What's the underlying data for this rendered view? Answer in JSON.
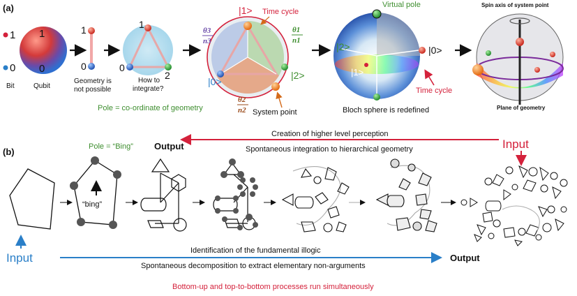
{
  "panel_a": {
    "label": "(a)",
    "bit_one": "1",
    "bit_zero": "0",
    "qubit_one": "1",
    "qubit_zero": "0",
    "bit_caption": "Bit",
    "qubit_caption": "Qubit",
    "line_one": "1",
    "line_zero": "0",
    "line_caption_1": "Geometry is",
    "line_caption_2": "not possible",
    "tri_one": "1",
    "tri_zero": "0",
    "tri_two": "2",
    "tri_caption_1": "How to",
    "tri_caption_2": "integrate?",
    "pole_caption": "Pole = co-ordinate of geometry",
    "ket1": "|1>",
    "ket0": "|0>",
    "ket2": "|2>",
    "time_cycle": "Time cycle",
    "theta1": "θ1",
    "n1": "n1",
    "theta2": "θ2",
    "n2": "n2",
    "theta3": "θ3",
    "n3": "n3",
    "system_point": "System point",
    "virtual_pole": "Virtual pole",
    "bloch_ket2": "|2>",
    "bloch_ket0": "|0>",
    "bloch_ket1": "|1>",
    "bloch_time_cycle": "Time cycle",
    "bloch_caption": "Bloch sphere is redefined",
    "spin_axis": "Spin axis of system point",
    "plane_geometry": "Plane of geometry"
  },
  "panel_b": {
    "label": "(b)",
    "pole_bing": "Pole = “Bing”",
    "bing": "“bing”",
    "output_top": "Output",
    "input_top": "Input",
    "top_line_1": "Creation of higher level perception",
    "top_line_2": "Spontaneous integration to hierarchical geometry",
    "input_bottom": "Input",
    "output_bottom": "Output",
    "bottom_line_1": "Identification of the fundamental illogic",
    "bottom_line_2": "Spontaneous decomposition to extract elementary non-arguments",
    "footer": "Bottom-up and top-to-bottom processes run  simultaneously"
  },
  "colors": {
    "red": "#d4213b",
    "blue": "#2a7fc8",
    "green": "#3e8e2f",
    "dark": "#222222"
  }
}
